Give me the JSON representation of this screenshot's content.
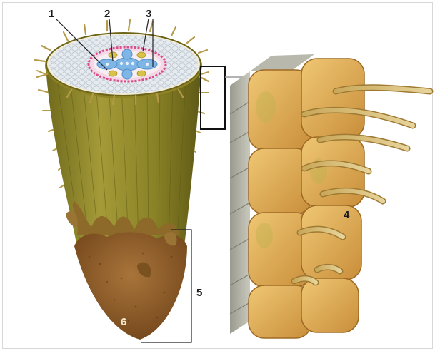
{
  "diagram": {
    "labels": {
      "l1": "1",
      "l2": "2",
      "l3": "3",
      "l4": "4",
      "l5": "5",
      "l6": "6"
    }
  },
  "colors": {
    "root_body": "#8f8a2a",
    "root_tip": "#8a5a22",
    "cortex": "#e4e9ee",
    "vascular": "#7fb6e6",
    "endodermis": "#d94e8a",
    "phloem": "#d8c24a",
    "epidermis_cells": "#e2b25c",
    "root_hairs": "#d4b96a",
    "leader_lines": "#222222"
  }
}
